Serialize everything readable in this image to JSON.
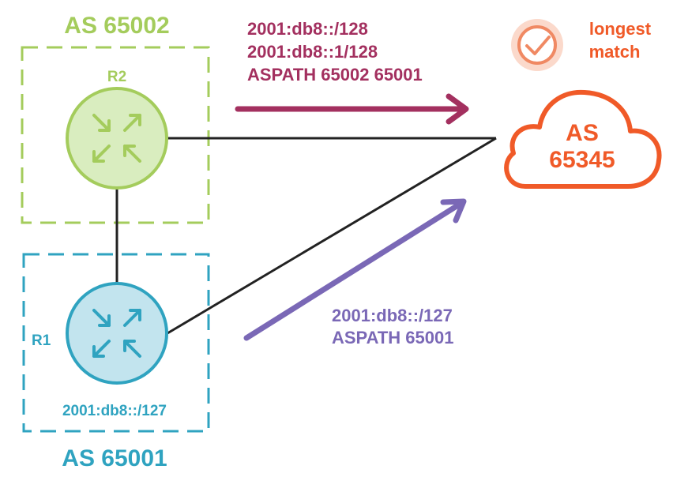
{
  "colors": {
    "as65002": "#a4cc5c",
    "as65001": "#2fa3c0",
    "route_r2": "#a3305f",
    "route_r1": "#7a68b6",
    "cloud": "#f05a28",
    "link": "#222222"
  },
  "as65002": {
    "label": "AS 65002",
    "router": "R2"
  },
  "as65001": {
    "label": "AS 65001",
    "router": "R1",
    "prefix": "2001:db8::/127"
  },
  "routes_from_r2": {
    "line1": "2001:db8::/128",
    "line2": "2001:db8::1/128",
    "line3": "ASPATH 65002 65001"
  },
  "routes_from_r1": {
    "line1": "2001:db8::/127",
    "line2": "ASPATH 65001"
  },
  "cloud": {
    "line1": "AS",
    "line2": "65345"
  },
  "longest_match": {
    "icon": "check-circle-icon",
    "line1": "longest",
    "line2": "match"
  },
  "router_icon": "router-arrows-icon"
}
